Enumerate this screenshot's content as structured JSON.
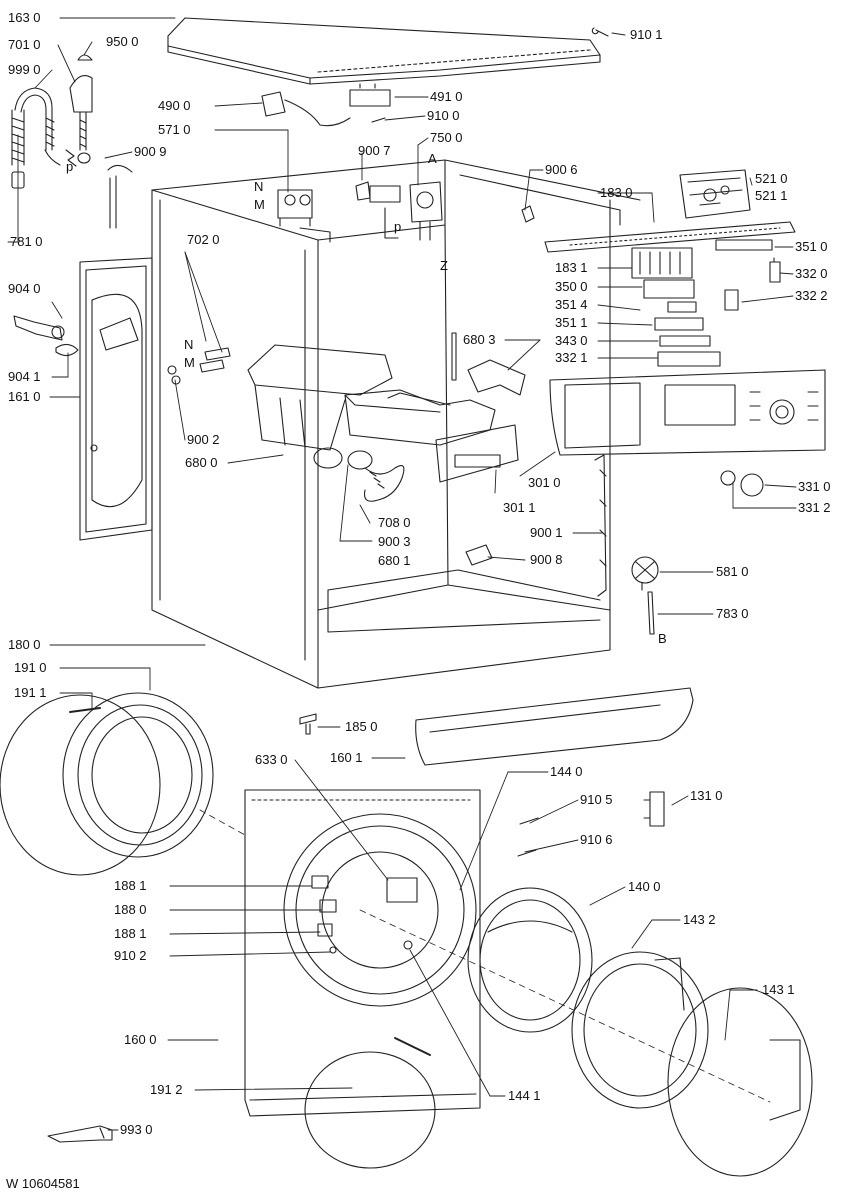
{
  "part_labels": [
    "163 0",
    "910 1",
    "701 0",
    "950 0",
    "999 0",
    "490 0",
    "491 0",
    "571 0",
    "910 0",
    "750 0",
    "900 9",
    "900 7",
    "900 6",
    "781 0",
    "183 0",
    "521 0",
    "521 1",
    "702 0",
    "351 0",
    "183 1",
    "332 0",
    "350 0",
    "332 2",
    "904 0",
    "351 4",
    "351 1",
    "680 3",
    "343 0",
    "332 1",
    "904 1",
    "161 0",
    "900 2",
    "680 0",
    "301 0",
    "301 1",
    "331 0",
    "331 2",
    "708 0",
    "900 3",
    "680 1",
    "900 1",
    "900 8",
    "581 0",
    "783 0",
    "180 0",
    "191 0",
    "191 1",
    "185 0",
    "633 0",
    "160 1",
    "144 0",
    "910 5",
    "131 0",
    "910 6",
    "188 1",
    "188 0",
    "188 1",
    "910 2",
    "140 0",
    "143 2",
    "143 1",
    "160 0",
    "191 2",
    "144 1",
    "993 0"
  ],
  "callout_letters": [
    "p",
    "N",
    "M",
    "A",
    "p",
    "Z",
    "N",
    "M",
    "B"
  ],
  "footer": {
    "drawing_code": "W 10604581"
  },
  "colors": {
    "line": "#222222",
    "background": "#ffffff"
  }
}
